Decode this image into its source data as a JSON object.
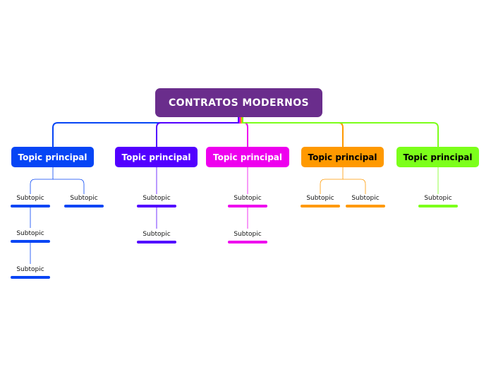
{
  "central": {
    "label": "CONTRATOS MODERNOS",
    "color": "#6a2d8c"
  },
  "topics": [
    {
      "label": "Topic principal",
      "color": "#0645f5",
      "text_color": "#ffffff",
      "subtopics": [
        "Subtopic",
        "Subtopic",
        "Subtopic",
        "Subtopic"
      ]
    },
    {
      "label": "Topic principal",
      "color": "#5200ff",
      "text_color": "#ffffff",
      "subtopics": [
        "Subtopic",
        "Subtopic"
      ]
    },
    {
      "label": "Topic principal",
      "color": "#ee00ee",
      "text_color": "#ffffff",
      "subtopics": [
        "Subtopic",
        "Subtopic"
      ]
    },
    {
      "label": "Topic principal",
      "color": "#ff9900",
      "text_color": "#000000",
      "subtopics": [
        "Subtopic",
        "Subtopic"
      ]
    },
    {
      "label": "Topic principal",
      "color": "#7cff1a",
      "text_color": "#000000",
      "subtopics": [
        "Subtopic"
      ]
    }
  ]
}
